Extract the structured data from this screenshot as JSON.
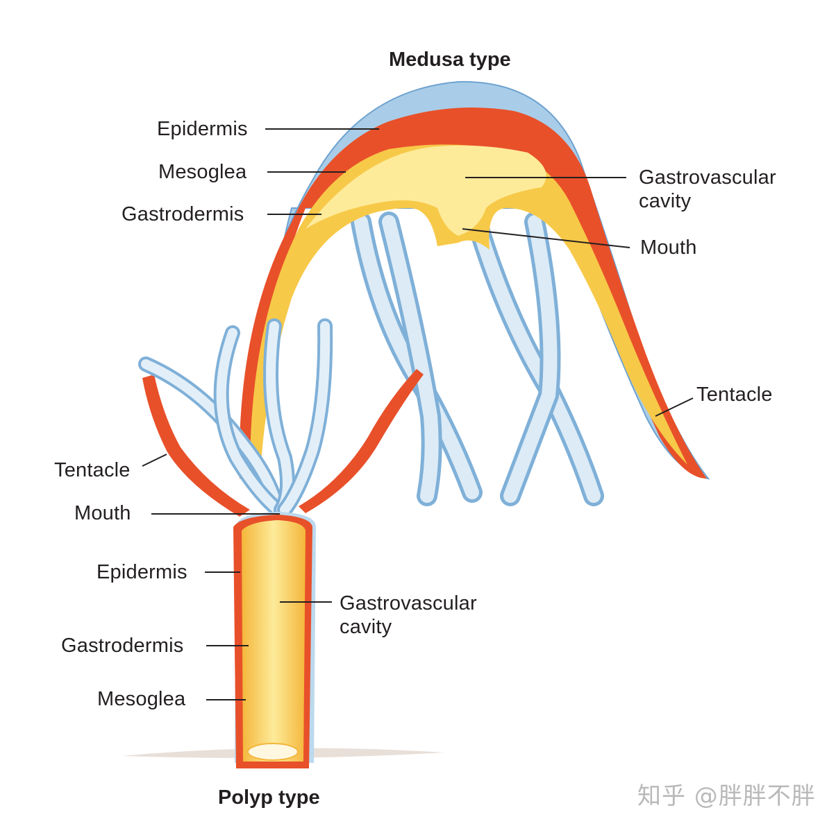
{
  "titles": {
    "medusa": "Medusa type",
    "polyp": "Polyp type"
  },
  "medusa_labels": {
    "epidermis": "Epidermis",
    "mesoglea": "Mesoglea",
    "gastrodermis": "Gastrodermis",
    "gastrovascular_cavity_line1": "Gastrovascular",
    "gastrovascular_cavity_line2": "cavity",
    "mouth": "Mouth",
    "tentacle": "Tentacle"
  },
  "polyp_labels": {
    "tentacle": "Tentacle",
    "mouth": "Mouth",
    "epidermis": "Epidermis",
    "gastrovascular_cavity_line1": "Gastrovascular",
    "gastrovascular_cavity_line2": "cavity",
    "gastrodermis": "Gastrodermis",
    "mesoglea": "Mesoglea"
  },
  "watermark": "知乎 @胖胖不胖",
  "colors": {
    "epidermis_blue": "#bcd9ee",
    "mesoglea_red": "#e8502a",
    "gastrodermis_yellow": "#f7c948",
    "cavity_light": "#fdeb9a",
    "leader_line": "#231f20"
  }
}
